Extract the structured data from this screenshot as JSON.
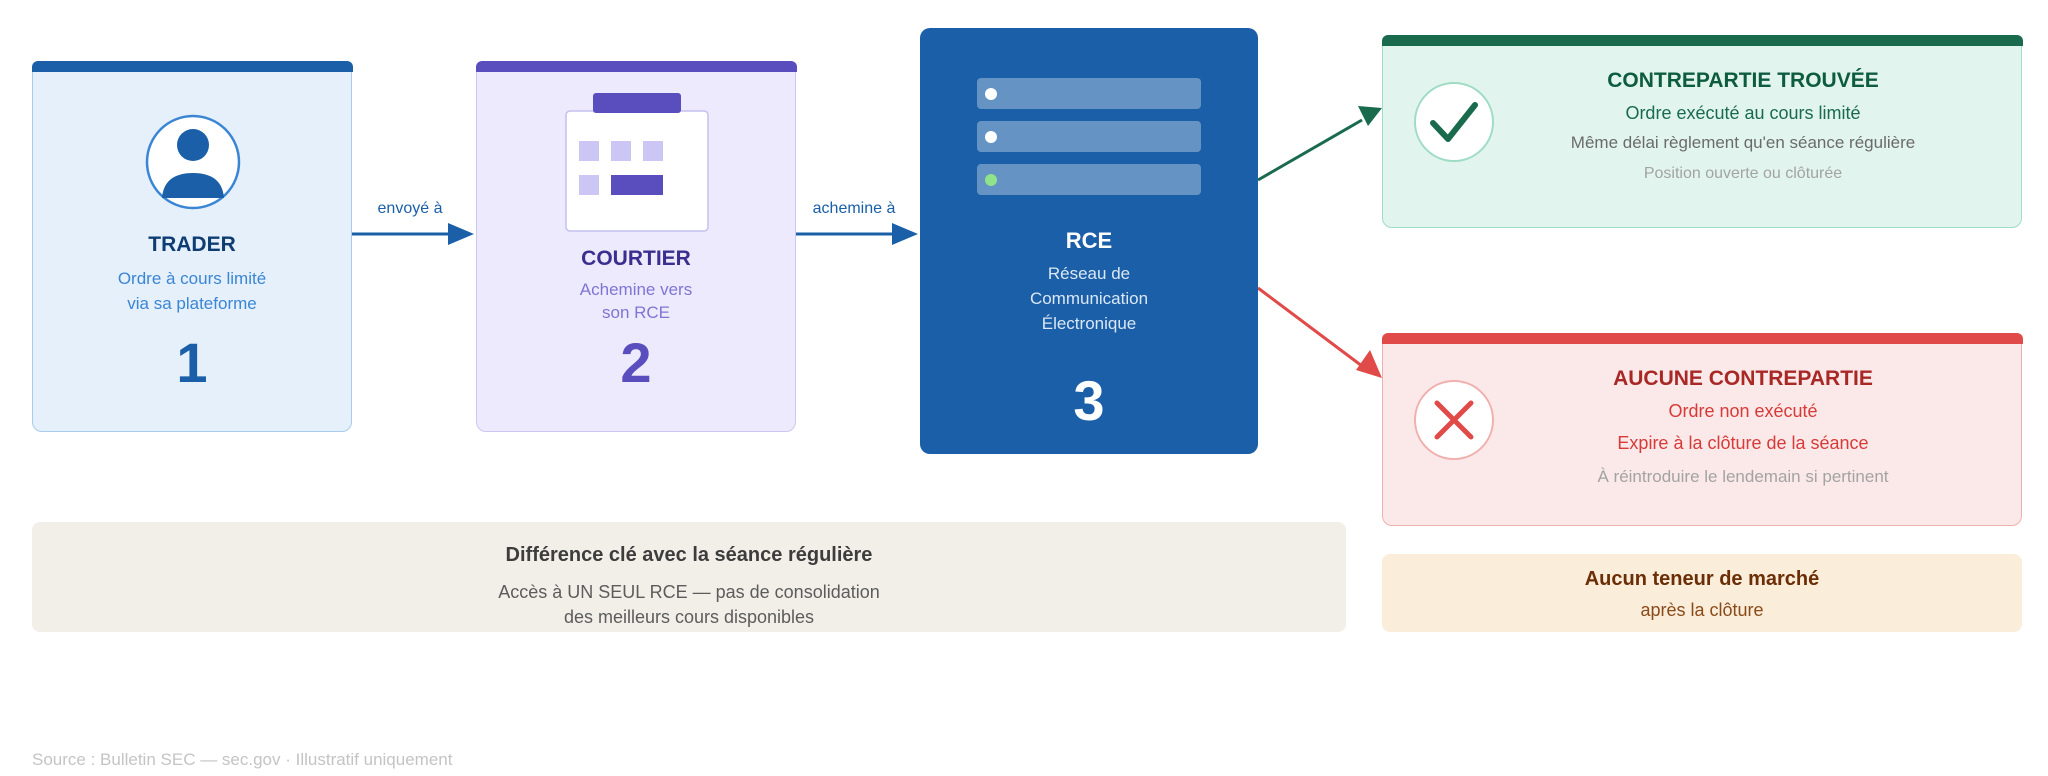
{
  "trader": {
    "title": "TRADER",
    "line1": "Ordre à cours limité",
    "line2": "via sa plateforme",
    "number": "1"
  },
  "arrow1": {
    "label": "envoyé à"
  },
  "broker": {
    "title": "COURTIER",
    "line1": "Achemine vers",
    "line2": "son RCE",
    "number": "2"
  },
  "arrow2": {
    "label": "achemine à"
  },
  "rce": {
    "title": "RCE",
    "line1": "Réseau de",
    "line2": "Communication",
    "line3": "Électronique",
    "number": "3"
  },
  "found": {
    "title": "CONTREPARTIE TROUVÉE",
    "line1": "Ordre exécuté au cours limité",
    "line2": "Même délai règlement qu'en séance régulière",
    "line3": "Position ouverte ou clôturée"
  },
  "none": {
    "title": "AUCUNE CONTREPARTIE",
    "line1": "Ordre non exécuté",
    "line2": "Expire à la clôture de la séance",
    "line3": "À réintroduire le lendemain si pertinent"
  },
  "key_diff": {
    "title": "Différence clé avec la séance régulière",
    "line1": "Accès à UN SEUL RCE — pas de consolidation",
    "line2": "des meilleurs cours disponibles"
  },
  "no_maker": {
    "title": "Aucun teneur de marché",
    "subtitle": "après la clôture"
  },
  "source": "Source : Bulletin SEC — sec.gov · Illustratif uniquement",
  "colors": {
    "trader_blue": "#1a5fa8",
    "broker_purple": "#5a4ebf",
    "found_green": "#1a6b4e",
    "none_red": "#e04a48",
    "no_maker_brown": "#7a3a0a"
  }
}
